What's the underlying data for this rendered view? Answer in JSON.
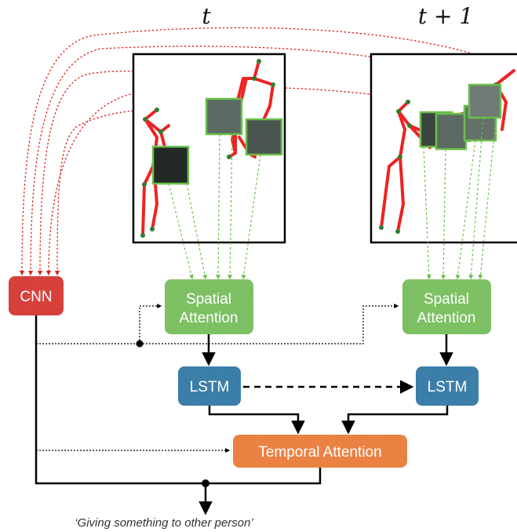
{
  "time_labels": {
    "t": "t",
    "t_plus_1": "t + 1"
  },
  "cnn": {
    "label": "CNN",
    "color": "#d9261c"
  },
  "spatial_attention": {
    "line1": "Spatial",
    "line2": "Attention",
    "color": "#77c159"
  },
  "lstm": {
    "label": "LSTM",
    "color": "#1f78a8"
  },
  "temporal_attention": {
    "label": "Temporal Attention",
    "color": "#ee7b2c"
  },
  "output_caption": "‘Giving something to other person’",
  "colors": {
    "skeleton": "#ee2222",
    "joint": "#2e7d32",
    "dotted_red": "#d9261c",
    "dotted_green": "#6abf4b",
    "frame_border": "#000000"
  }
}
